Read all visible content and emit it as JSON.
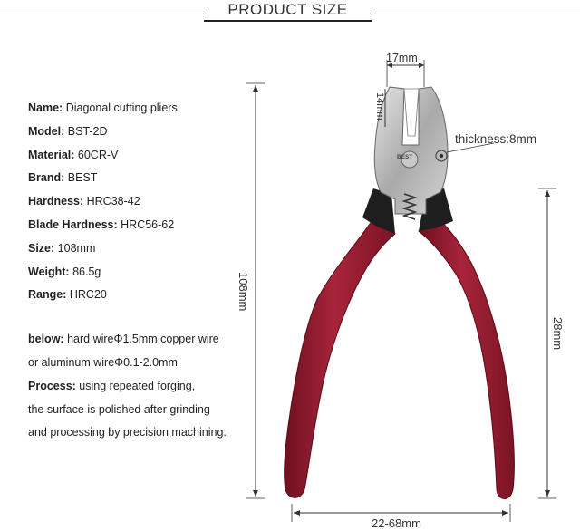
{
  "header": {
    "title": "PRODUCT SIZE"
  },
  "specs": [
    {
      "key": "Name:",
      "value": "Diagonal cutting pliers"
    },
    {
      "key": "Model:",
      "value": "BST-2D"
    },
    {
      "key": "Material:",
      "value": "60CR-V"
    },
    {
      "key": "Brand:",
      "value": "BEST"
    },
    {
      "key": "Hardness:",
      "value": "HRC38-42"
    },
    {
      "key": "Blade Hardness:",
      "value": "HRC56-62"
    },
    {
      "key": "Size:",
      "value": "108mm"
    },
    {
      "key": "Weight:",
      "value": "86.5g"
    },
    {
      "key": "Range:",
      "value": "HRC20"
    }
  ],
  "description": {
    "below_label": "below:",
    "below_line1": "hard wireΦ1.5mm,copper wire",
    "below_line2": "or aluminum wireΦ0.1-2.0mm",
    "process_label": "Process:",
    "process_line1": "using repeated forging,",
    "process_line2": "the surface is polished after grinding",
    "process_line3": "and processing by precision machining."
  },
  "dimensions": {
    "jaw_width": "17mm",
    "jaw_length": "14mm",
    "thickness": "thickness:8mm",
    "total_length": "108mm",
    "handle_length": "28mm",
    "opening": "22-68mm"
  },
  "product": {
    "brand_mark": "BEST"
  },
  "colors": {
    "handle": "#9b1f2e",
    "metal": "#b9b9b9",
    "dim_line": "#333333"
  }
}
